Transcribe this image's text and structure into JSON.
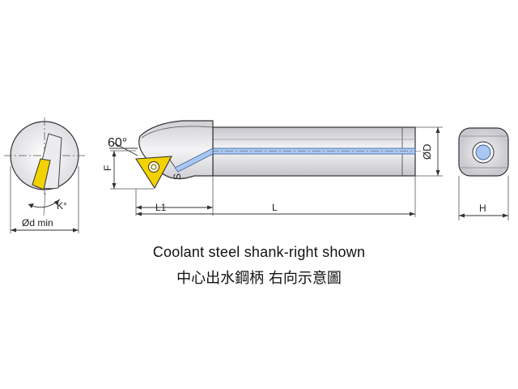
{
  "labels": {
    "d_min": "Ød min",
    "k_angle": "K°",
    "angle": "60°",
    "F": "F",
    "S": "S",
    "L1": "L1",
    "L": "L",
    "D": "ØD",
    "H": "H"
  },
  "caption": {
    "english": "Coolant steel shank-right shown",
    "chinese": "中心出水鋼柄  右向示意圖"
  },
  "colors": {
    "insert": "#f2d200",
    "shank_light": "#f2f2f4",
    "shank_dark": "#c9c9cf",
    "coolant": "#a9c7f0",
    "outline": "#333333"
  }
}
